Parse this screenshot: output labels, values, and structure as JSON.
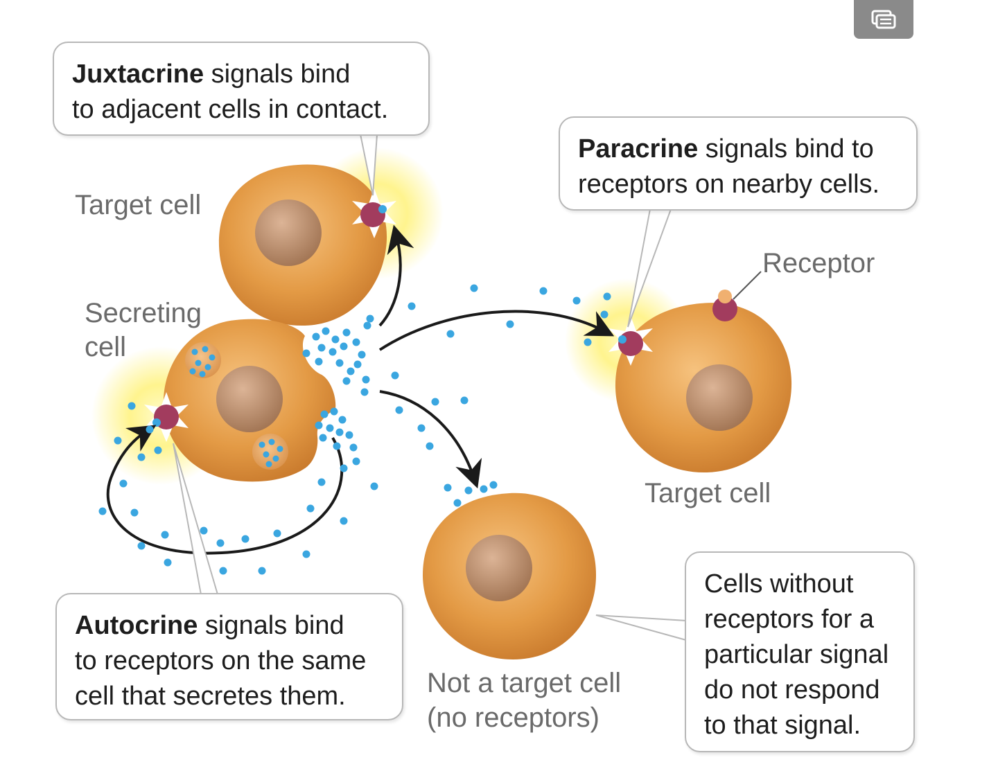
{
  "callouts": {
    "juxtacrine": {
      "term": "Juxtacrine",
      "line1": " signals bind",
      "line2": "to adjacent cells in contact."
    },
    "paracrine": {
      "term": "Paracrine",
      "line1": " signals bind to",
      "line2": "receptors on nearby cells."
    },
    "autocrine": {
      "term": "Autocrine",
      "line1": " signals bind",
      "line2": "to receptors on the same",
      "line3": "cell that secretes them."
    },
    "no_receptor": {
      "line1": "Cells without",
      "line2": "receptors for a",
      "line3": "particular signal",
      "line4": "do not respond",
      "line5": "to that signal."
    }
  },
  "labels": {
    "target_cell_top": "Target cell",
    "secreting_cell_1": "Secreting",
    "secreting_cell_2": "cell",
    "receptor": "Receptor",
    "target_cell_right": "Target cell",
    "not_target_1": "Not a target cell",
    "not_target_2": "(no receptors)"
  },
  "icons": {
    "corner_button": "gallery-icon"
  },
  "colors": {
    "cell_body": "#e39a45",
    "nucleus": "#b98865",
    "receptor": "#a23c5e",
    "signal_molecule": "#3aa6e0",
    "glow": "#fff27a",
    "arrow": "#1a1a1a"
  }
}
